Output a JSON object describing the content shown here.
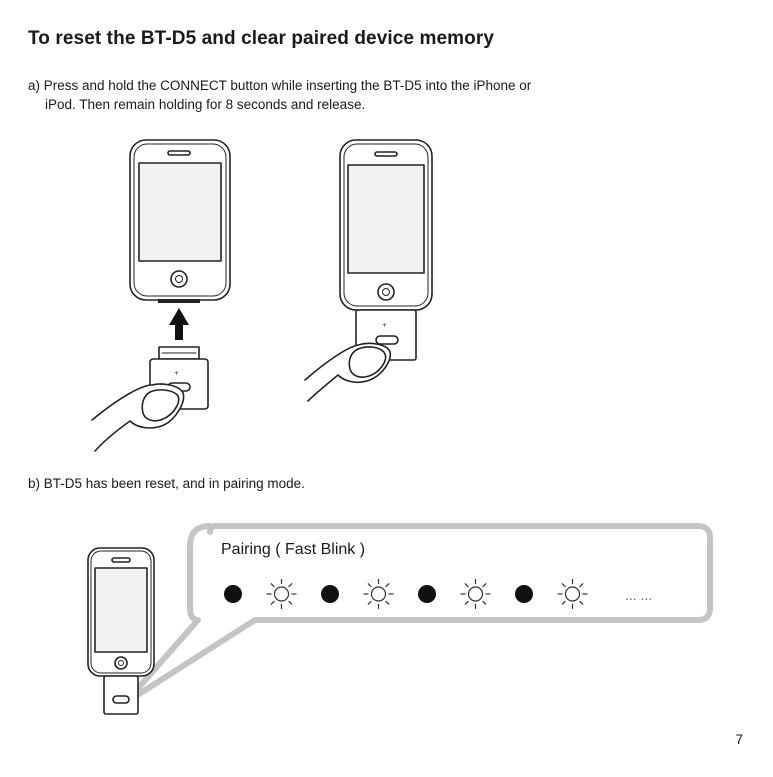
{
  "header": {
    "title": "To reset the BT-D5 and clear paired device memory"
  },
  "steps": {
    "a": {
      "line1": "a) Press and hold the CONNECT button while inserting the BT-D5 into the iPhone or",
      "line2": "iPod. Then remain holding for 8 seconds and release."
    },
    "b": {
      "text": "b) BT-D5 has been reset, and in pairing mode."
    }
  },
  "pairing_indicator": {
    "label": "Pairing ( Fast Blink )",
    "sequence": [
      "on",
      "off",
      "on",
      "off",
      "on",
      "off",
      "on",
      "off"
    ],
    "trail": "... ..."
  },
  "footer": {
    "page_number": "7"
  },
  "icons": {
    "led_on": "filled-dot-icon",
    "led_off": "sun-outline-icon"
  }
}
